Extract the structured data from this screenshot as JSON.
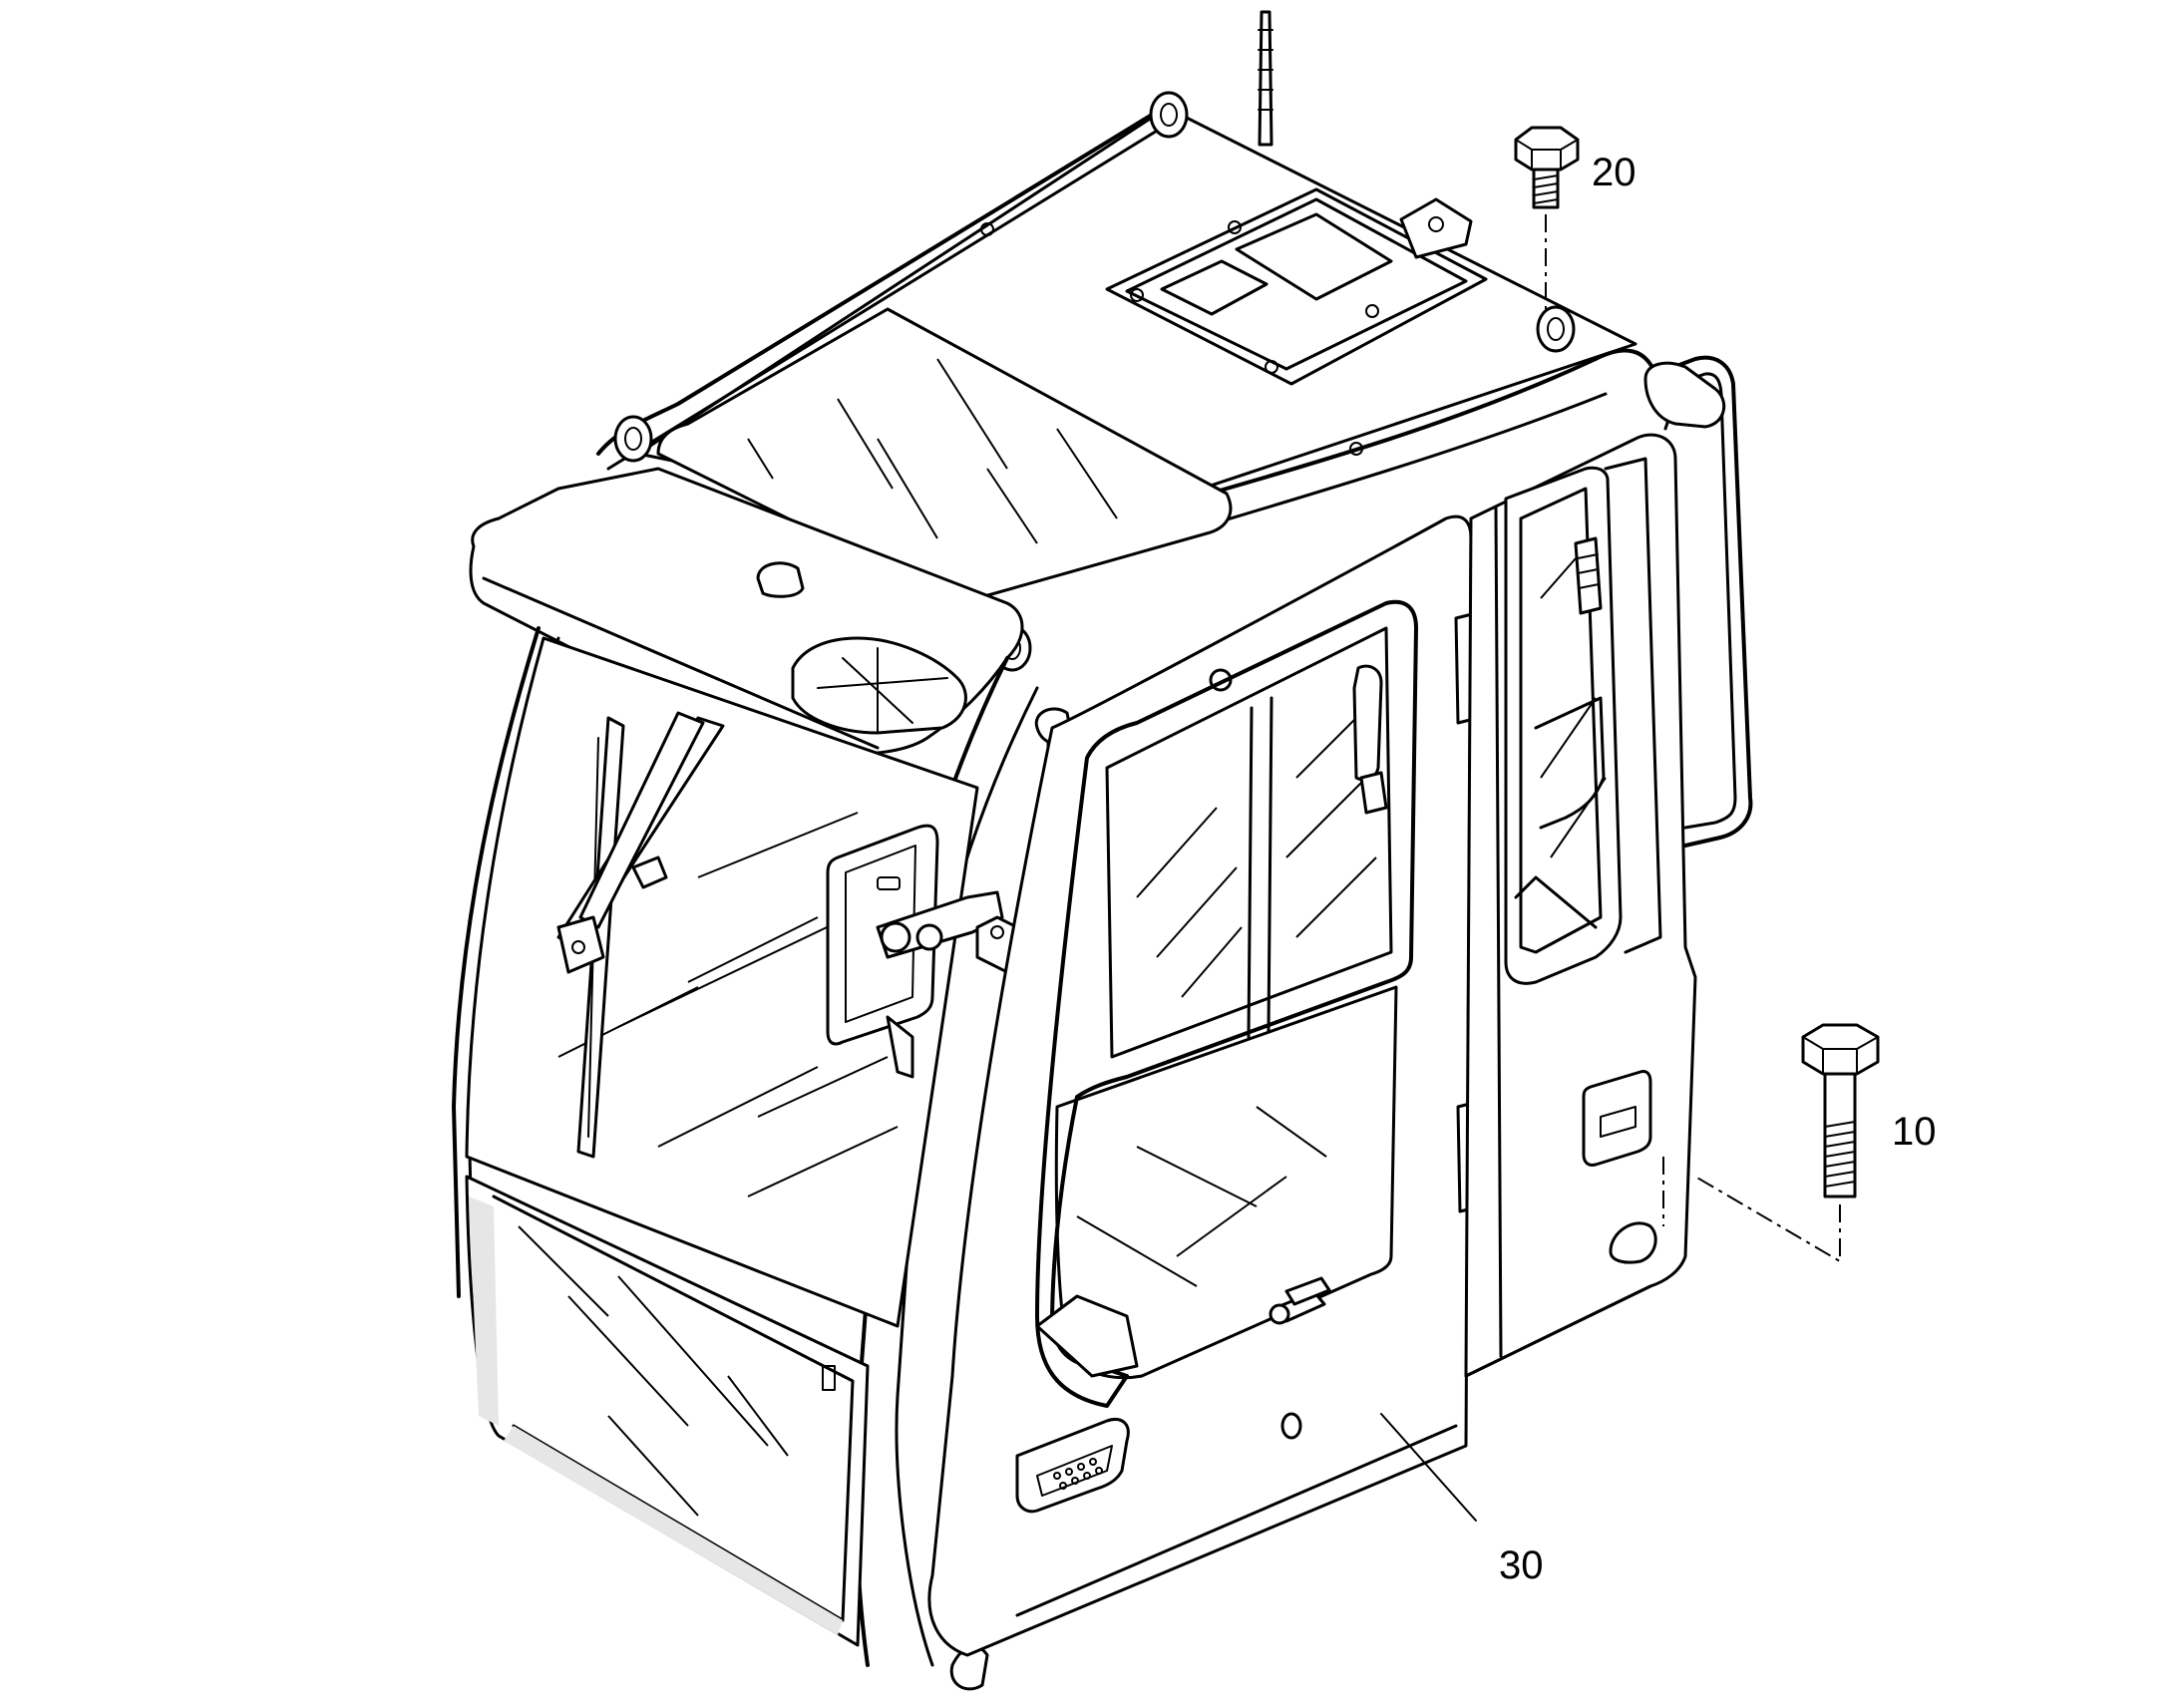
{
  "callouts": [
    {
      "id": "10",
      "label": "10"
    },
    {
      "id": "20",
      "label": "20"
    },
    {
      "id": "30",
      "label": "30"
    }
  ]
}
